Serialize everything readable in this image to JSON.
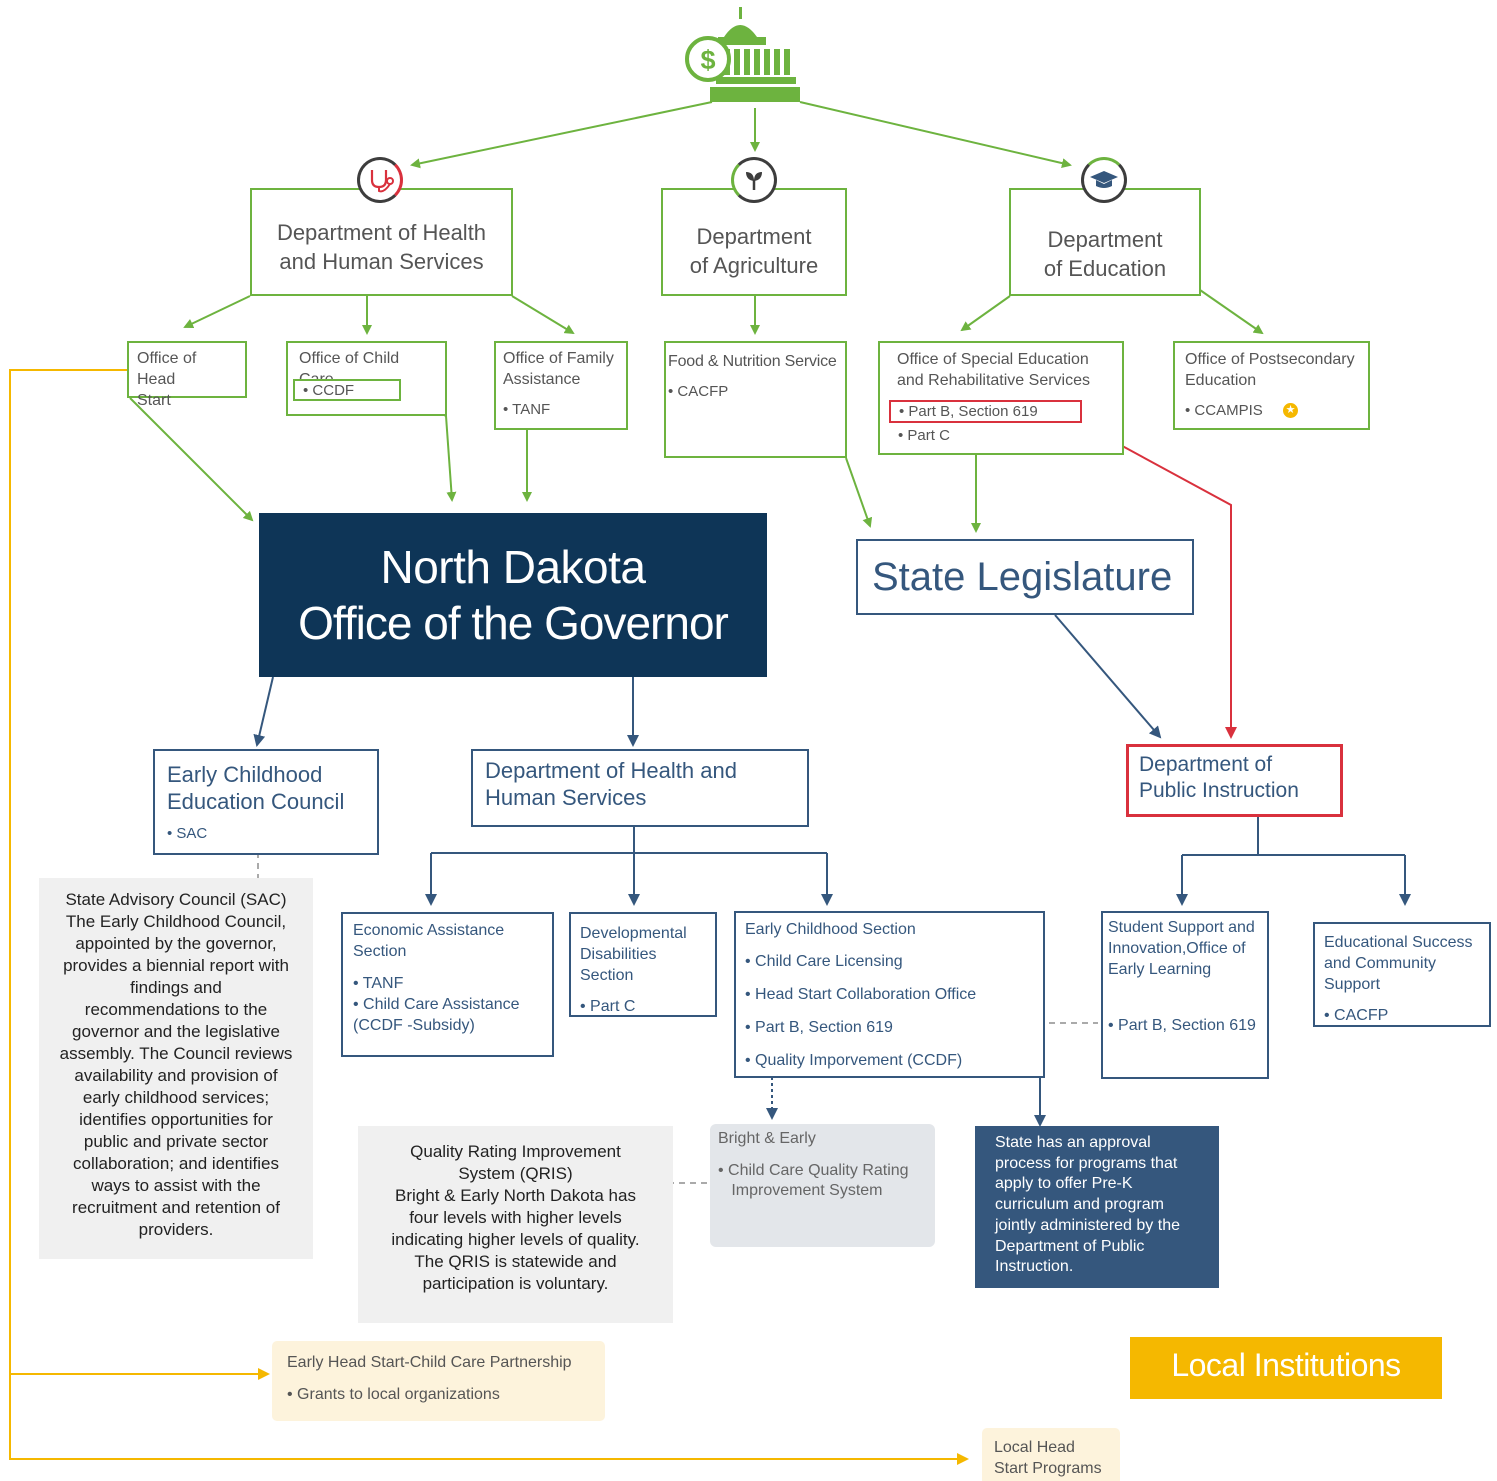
{
  "federal": {
    "hhs": "Department of Health\nand Human Services",
    "agriculture": "Department\nof Agriculture",
    "education": "Department\nof Education"
  },
  "federal_offices": {
    "head_start": {
      "title": "Office of Head\nStart"
    },
    "child_care": {
      "title": "Office of Child Care",
      "items": [
        "• CCDF"
      ]
    },
    "family_assistance": {
      "title": "Office of Family\nAssistance",
      "items": [
        "• TANF"
      ]
    },
    "food_nutrition": {
      "title": "Food & Nutrition Service",
      "items": [
        "• CACFP"
      ]
    },
    "special_ed": {
      "title": "Office of Special Education\nand Rehabilitative Services",
      "items": [
        "• Part B, Section 619",
        "• Part C"
      ]
    },
    "postsecondary": {
      "title": "Office of Postsecondary\nEducation",
      "items": [
        "• CCAMPIS"
      ]
    }
  },
  "governor": {
    "line1": "North Dakota",
    "line2": "Office of the Governor"
  },
  "legislature": "State Legislature",
  "state": {
    "ecec": {
      "title": "Early Childhood\nEducation Council",
      "items": [
        "• SAC"
      ]
    },
    "dhhs": "Department of Health and\nHuman Services",
    "dpi": "Department of\nPublic Instruction"
  },
  "sections": {
    "economic": {
      "title": "Economic Assistance\nSection",
      "items": [
        "• TANF",
        "• Child Care Assistance\n(CCDF -Subsidy)"
      ]
    },
    "developmental": {
      "title": "Developmental\nDisabilities Section",
      "items": [
        "• Part C"
      ]
    },
    "early_childhood": {
      "title": "Early Childhood Section",
      "items": [
        "• Child Care Licensing",
        "• Head Start Collaboration Office",
        "• Part B, Section 619",
        "• Quality Imporvement (CCDF)"
      ]
    },
    "student_support": {
      "title": "Student Support and\nInnovation,Office of\nEarly Learning",
      "items": [
        "• Part B, Section 619"
      ]
    },
    "educational_success": {
      "title": "Educational Success\nand Community\nSupport",
      "items": [
        "• CACFP"
      ]
    }
  },
  "notes": {
    "sac": "State Advisory Council (SAC)\nThe Early Childhood Council,\nappointed by the governor,\nprovides a biennial report with\nfindings and\nrecommendations to the\ngovernor and the legislative\nassembly. The Council reviews\navailability and provision of\nearly childhood services;\nidentifies opportunities for\npublic and private sector\ncollaboration; and identifies\nways to assist with the\nrecruitment and retention of\nproviders.",
    "qris": "Quality Rating Improvement\nSystem (QRIS)\nBright & Early North Dakota has\nfour levels with higher levels\nindicating higher levels of quality.\nThe QRIS is statewide and\nparticipation is voluntary.",
    "bright_early": {
      "title": "Bright & Early",
      "items": [
        "• Child Care Quality Rating\n   Improvement System"
      ]
    },
    "prek": "State has an approval\nprocess for programs that\napply to offer Pre-K\ncurriculum and program\njointly administered by the\nDepartment of Public\nInstruction."
  },
  "local": {
    "label": "Local Institutions",
    "ehs": {
      "title": "Early Head Start-Child Care Partnership",
      "items": [
        "• Grants to local organizations"
      ]
    },
    "head_start_programs": "Local Head\nStart Programs"
  },
  "icons": [
    "capitol-dollar-icon",
    "stethoscope-icon",
    "sprout-icon",
    "graduation-cap-icon",
    "star-icon"
  ],
  "colors": {
    "green": "#6db33f",
    "navy": "#0e3557",
    "blue": "#35577d",
    "red": "#d9313d",
    "gold": "#f5b800",
    "note_gray": "#f0f0f0",
    "bright_early_bg": "#e3e6ea",
    "local_bg": "#fdf3dc"
  }
}
